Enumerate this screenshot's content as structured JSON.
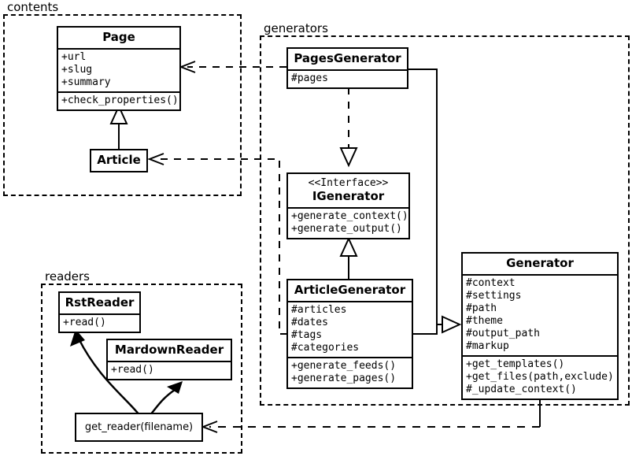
{
  "diagram": {
    "kind": "uml-class-diagram",
    "packages": [
      {
        "id": "contents",
        "label": "contents"
      },
      {
        "id": "generators",
        "label": "generators"
      },
      {
        "id": "readers",
        "label": "readers"
      }
    ],
    "classes": {
      "page": {
        "name": "Page",
        "attributes": [
          "+url",
          "+slug",
          "+summary"
        ],
        "methods": [
          "+check_properties()"
        ]
      },
      "article": {
        "name": "Article",
        "attributes": [],
        "methods": []
      },
      "pages_generator": {
        "name": "PagesGenerator",
        "attributes": [
          "#pages"
        ],
        "methods": []
      },
      "igenerator": {
        "stereotype": "<<Interface>>",
        "name": "IGenerator",
        "attributes": [],
        "methods": [
          "+generate_context()",
          "+generate_output()"
        ]
      },
      "article_generator": {
        "name": "ArticleGenerator",
        "attributes": [
          "#articles",
          "#dates",
          "#tags",
          "#categories"
        ],
        "methods": [
          "+generate_feeds()",
          "+generate_pages()"
        ]
      },
      "generator": {
        "name": "Generator",
        "attributes": [
          "#context",
          "#settings",
          "#path",
          "#theme",
          "#output_path",
          "#markup"
        ],
        "methods": [
          "+get_templates()",
          "+get_files(path,exclude)",
          "#_update_context()"
        ]
      },
      "rst_reader": {
        "name": "RstReader",
        "attributes": [],
        "methods": [
          "+read()"
        ]
      },
      "mardown_reader": {
        "name": "MardownReader",
        "attributes": [],
        "methods": [
          "+read()"
        ]
      }
    },
    "functions": {
      "get_reader": {
        "label": "get_reader(filename)"
      }
    },
    "relations": [
      {
        "type": "generalization",
        "from": "Article",
        "to": "Page"
      },
      {
        "type": "realization",
        "from": "PagesGenerator",
        "to": "IGenerator"
      },
      {
        "type": "generalization",
        "from": "ArticleGenerator",
        "to": "IGenerator"
      },
      {
        "type": "aggregation",
        "from": "PagesGenerator",
        "to": "Generator"
      },
      {
        "type": "aggregation",
        "from": "ArticleGenerator",
        "to": "Generator"
      },
      {
        "type": "dependency",
        "from": "PagesGenerator",
        "to": "Page"
      },
      {
        "type": "dependency",
        "from": "ArticleGenerator",
        "to": "Article"
      },
      {
        "type": "dependency",
        "from": "Generator",
        "to": "get_reader(filename)"
      },
      {
        "type": "dependency-curve",
        "from": "get_reader(filename)",
        "to": "RstReader"
      },
      {
        "type": "dependency-curve",
        "from": "get_reader(filename)",
        "to": "MardownReader"
      }
    ],
    "colors": {
      "stroke": "#000000",
      "background": "#ffffff"
    }
  }
}
